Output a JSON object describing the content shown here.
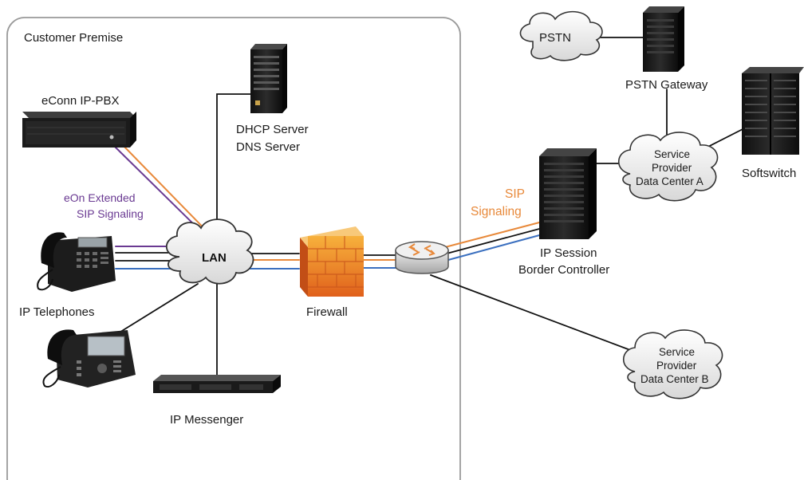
{
  "title": "Customer Premise",
  "labels": {
    "econn": "eConn IP-PBX",
    "dhcp": "DHCP Server",
    "dns": "DNS Server",
    "eon_1": "eOn Extended",
    "eon_2": "SIP Signaling",
    "lan": "LAN",
    "ip_telephones": "IP Telephones",
    "firewall": "Firewall",
    "ip_messenger": "IP Messenger",
    "sip_1": "SIP",
    "sip_2": "Signaling",
    "sbc_1": "IP Session",
    "sbc_2": "Border Controller",
    "pstn": "PSTN",
    "pstn_gateway": "PSTN Gateway",
    "softswitch": "Softswitch",
    "dca_1": "Service",
    "dca_2": "Provider",
    "dca_3": "Data Center A",
    "dcb_1": "Service",
    "dcb_2": "Provider",
    "dcb_3": "Data Center B"
  },
  "colors": {
    "sip_signaling": "#e8893a",
    "eon_signaling": "#6a3a92",
    "media": "#3a6fbf",
    "link": "#111111",
    "boundary": "#9a9a9a"
  }
}
